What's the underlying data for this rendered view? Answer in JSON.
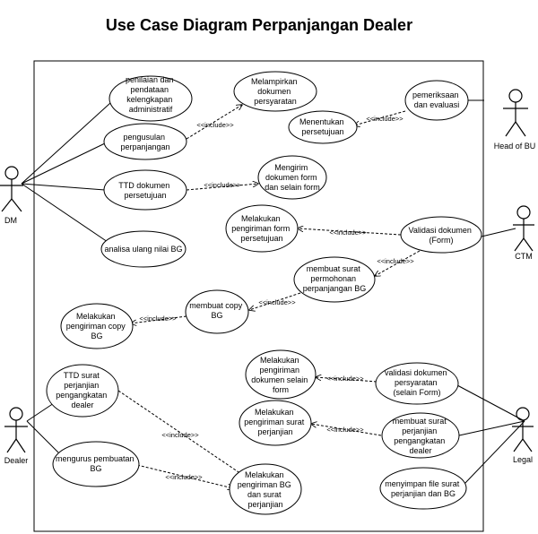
{
  "title": "Use Case Diagram Perpanjangan Dealer",
  "include_label": "<<include>>",
  "actors": {
    "dm": "DM",
    "head_of_bu": "Head of BU",
    "ctm": "CTM",
    "dealer": "Dealer",
    "legal": "Legal"
  },
  "use_cases": {
    "uc1": [
      "penilaian dan",
      "pendataan",
      "kelengkapan",
      "administratif"
    ],
    "uc2": [
      "Melampirkan",
      "dokumen",
      "persyaratan"
    ],
    "uc3": [
      "pemeriksaan",
      "dan evaluasi"
    ],
    "uc4": [
      "pengusulan",
      "perpanjangan"
    ],
    "uc5": [
      "Menentukan",
      "persetujuan"
    ],
    "uc6": [
      "TTD dokumen",
      "persetujuan"
    ],
    "uc7": [
      "Mengirim",
      "dokumen form",
      "dan selain form"
    ],
    "uc8": [
      "Melakukan",
      "pengiriman form",
      "persetujuan"
    ],
    "uc9": [
      "Validasi dokumen",
      "(Form)"
    ],
    "uc10": [
      "analisa ulang nilai BG"
    ],
    "uc11": [
      "membuat surat",
      "permohonan",
      "perpanjangan BG"
    ],
    "uc12": [
      "membuat copy",
      "BG"
    ],
    "uc13": [
      "Melakukan",
      "pengiriman copy",
      "BG"
    ],
    "uc14": [
      "Melakukan",
      "pengiriman",
      "dokumen selain",
      "form"
    ],
    "uc15": [
      "validasi dokumen",
      "persyaratan",
      "(selain Form)"
    ],
    "uc16": [
      "TTD surat",
      "perjanjian",
      "pengangkatan",
      "dealer"
    ],
    "uc17": [
      "Melakukan",
      "pengiriman surat",
      "perjanjian"
    ],
    "uc18": [
      "membuat surat",
      "perjanjian",
      "pengangkatan",
      "dealer"
    ],
    "uc19": [
      "mengurus pembuatan",
      "BG"
    ],
    "uc20": [
      "menyimpan file surat",
      "perjanjian dan BG"
    ],
    "uc21": [
      "Melakukan",
      "pengiriman BG",
      "dan surat",
      "perjanjian"
    ]
  }
}
